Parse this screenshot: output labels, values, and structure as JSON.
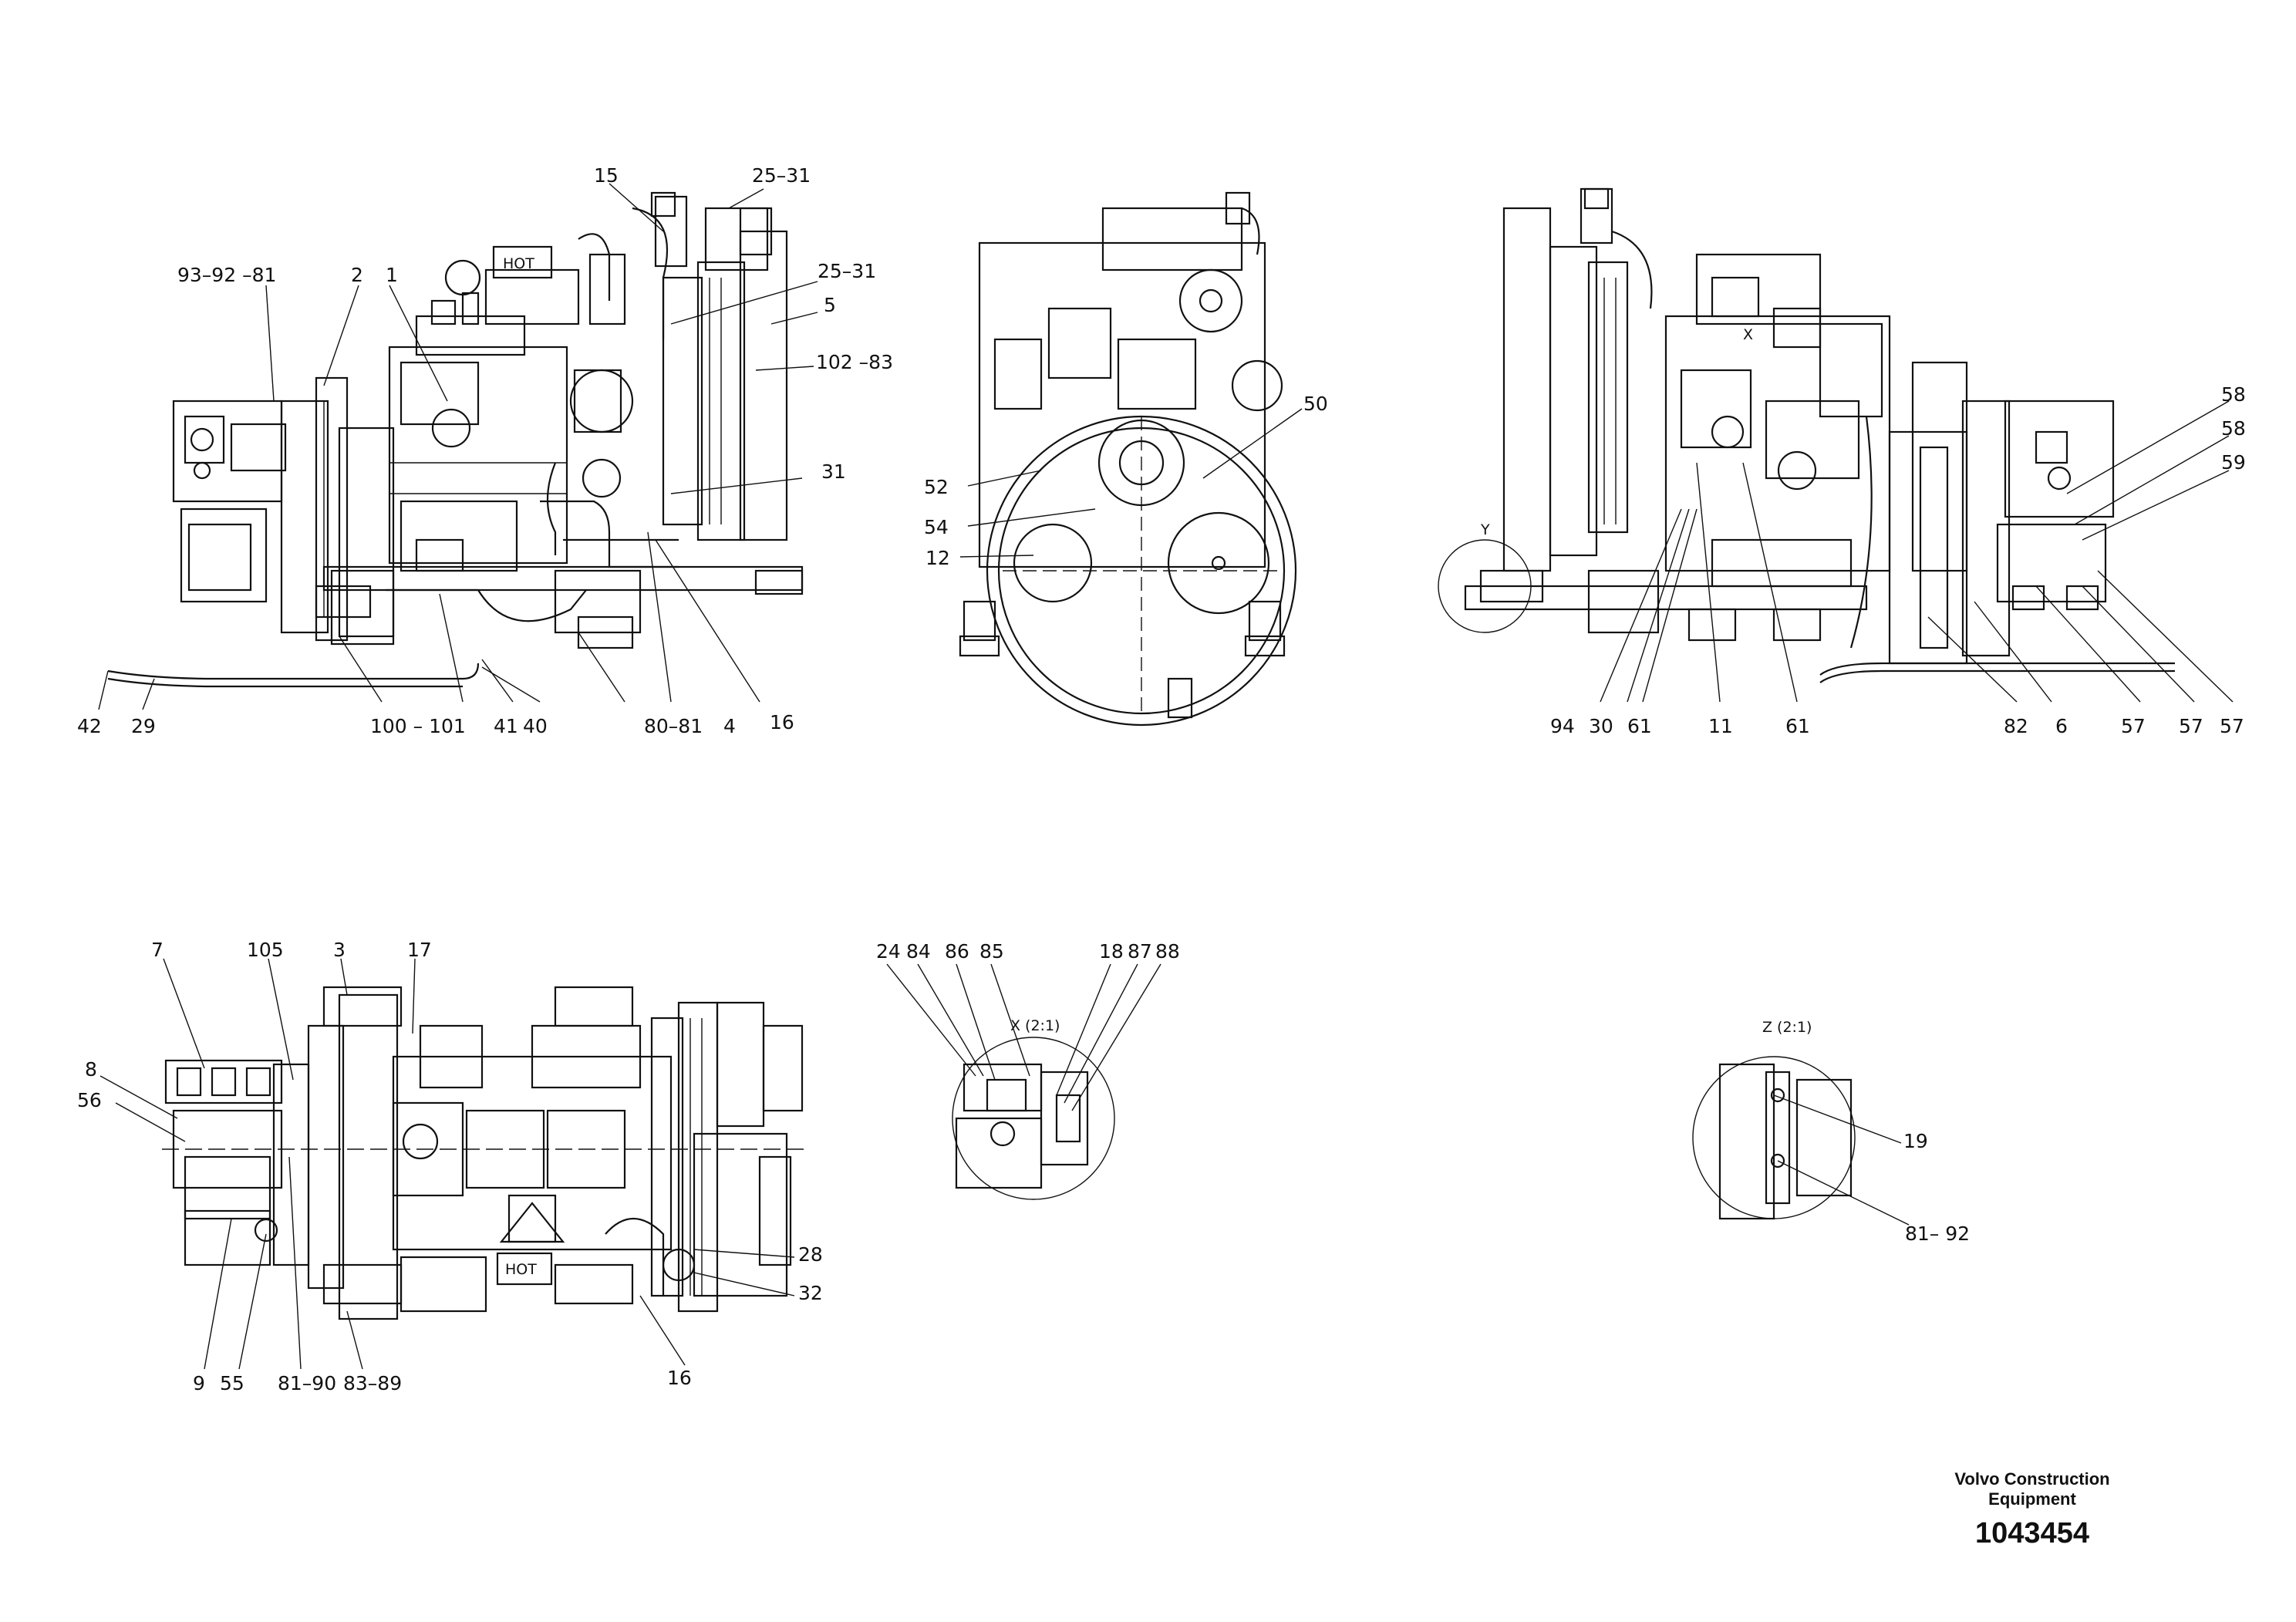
{
  "callouts": {
    "v1": [
      "15",
      "25–31",
      "93–92 –81",
      "2",
      "1",
      "25–31",
      "5",
      "102 –83",
      "31",
      "42",
      "29",
      "100 – 101",
      "41",
      "40",
      "80–81",
      "4",
      "16"
    ],
    "v2": [
      "50",
      "52",
      "54",
      "12"
    ],
    "v3": [
      "58",
      "58",
      "59",
      "Y",
      "94",
      "30",
      "61",
      "11",
      "61",
      "82",
      "6",
      "57",
      "57",
      "57"
    ],
    "v4": [
      "7",
      "105",
      "3",
      "17",
      "8",
      "56",
      "28",
      "32",
      "9",
      "55",
      "81–90",
      "83–89",
      "16"
    ],
    "detail_x": [
      "24",
      "84",
      "86",
      "85",
      "18",
      "87",
      "88"
    ],
    "detail_z": [
      "19",
      "81– 92"
    ]
  },
  "labels": {
    "detail_x": "X (2:1)",
    "detail_z": "Z (2:1)",
    "view_x": "X",
    "plate_hot": "HOT"
  },
  "title_block": {
    "company_line1": "Volvo Construction",
    "company_line2": "Equipment",
    "drawing_number": "1043454"
  }
}
